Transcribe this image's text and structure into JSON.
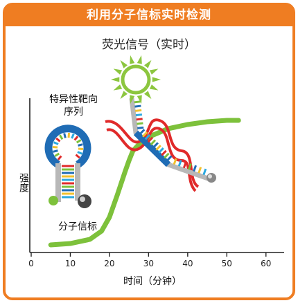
{
  "header": {
    "title": "利用分子信标实时检测"
  },
  "chart_title": "荧光信号（实时）",
  "labels": {
    "target_sequence_line1": "特异性靶向",
    "target_sequence_line2": "序列",
    "molecular_beacon": "分子信标",
    "y_axis": "强度",
    "x_axis": "时间（分钟）"
  },
  "colors": {
    "frame": "#ef7d22",
    "curve": "#7dc13b",
    "loop": "#1f6cb5",
    "stem": "#b8b8b8",
    "target_strand": "#e02a2a",
    "sun": "#8cc63f"
  },
  "chart_data": {
    "type": "line",
    "title": "荧光信号（实时）",
    "xlabel": "时间（分钟）",
    "ylabel": "强度",
    "xlim": [
      0,
      65
    ],
    "xticks": [
      "0",
      "10",
      "20",
      "30",
      "40",
      "50",
      "60"
    ],
    "series": [
      {
        "x": [
          5,
          10,
          15,
          18,
          20,
          22,
          24,
          25,
          26,
          28,
          30,
          35,
          40,
          45,
          50,
          53
        ],
        "y": [
          0.02,
          0.03,
          0.06,
          0.12,
          0.22,
          0.38,
          0.55,
          0.63,
          0.7,
          0.76,
          0.8,
          0.86,
          0.89,
          0.91,
          0.92,
          0.92
        ]
      }
    ]
  }
}
